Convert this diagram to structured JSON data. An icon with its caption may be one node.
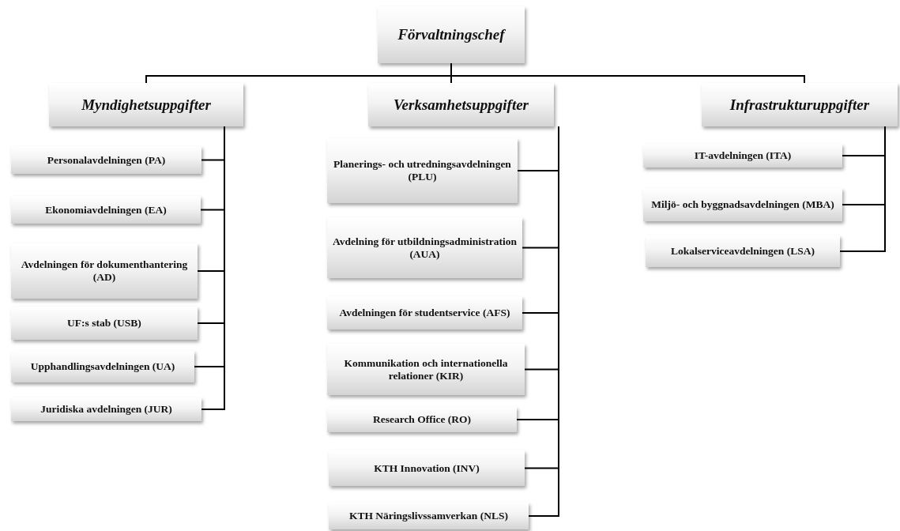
{
  "diagram": {
    "nodes": [
      {
        "text": [
          "Förvaltningschef"
        ]
      },
      {
        "text": [
          "Myndighetsuppgifter"
        ]
      },
      {
        "text": [
          "Verksamhetsuppgifter"
        ]
      },
      {
        "text": [
          "Infrastrukturuppgifter"
        ]
      },
      {
        "text": [
          "Personalavdelningen (PA)"
        ]
      },
      {
        "text": [
          "Ekonomiavdelningen (EA)"
        ]
      },
      {
        "text": [
          "Avdelningen för dokumenthantering (AD)"
        ]
      },
      {
        "text": [
          "UF:s stab (USB)"
        ]
      },
      {
        "text": [
          "Upphandlingsavdelningen (UA)"
        ]
      },
      {
        "text": [
          "Juridiska avdelningen (JUR)"
        ]
      },
      {
        "text": [
          "Planerings- och utredningsavdelningen (PLU)"
        ]
      },
      {
        "text": [
          "Avdelning för utbildningsadministration (AUA)"
        ]
      },
      {
        "text": [
          "Avdelningen för studentservice (AFS)"
        ]
      },
      {
        "text": [
          "Kommunikation och internationella relationer (KIR)"
        ]
      },
      {
        "text": [
          "Research Office (RO)"
        ]
      },
      {
        "text": [
          "KTH Innovation (INV)"
        ]
      },
      {
        "text": [
          "KTH Näringslivssamverkan (NLS)"
        ]
      },
      {
        "text": [
          "IT-avdelningen (ITA)"
        ]
      },
      {
        "text": [
          "Miljö- och byggnadsavdelningen (MBA)"
        ]
      },
      {
        "text": [
          "Lokalserviceavdelningen (LSA)"
        ]
      }
    ],
    "edges": [
      {
        "from": 0,
        "to": 1,
        "arrow": "none"
      },
      {
        "from": 0,
        "to": 2,
        "arrow": "none"
      },
      {
        "from": 0,
        "to": 3,
        "arrow": "none"
      },
      {
        "from": 1,
        "to": 4,
        "arrow": "none"
      },
      {
        "from": 1,
        "to": 5,
        "arrow": "none"
      },
      {
        "from": 1,
        "to": 6,
        "arrow": "none"
      },
      {
        "from": 1,
        "to": 7,
        "arrow": "none"
      },
      {
        "from": 1,
        "to": 8,
        "arrow": "none"
      },
      {
        "from": 1,
        "to": 9,
        "arrow": "none"
      },
      {
        "from": 2,
        "to": 10,
        "arrow": "none"
      },
      {
        "from": 2,
        "to": 11,
        "arrow": "none"
      },
      {
        "from": 2,
        "to": 12,
        "arrow": "none"
      },
      {
        "from": 2,
        "to": 13,
        "arrow": "none"
      },
      {
        "from": 2,
        "to": 14,
        "arrow": "none"
      },
      {
        "from": 2,
        "to": 15,
        "arrow": "none"
      },
      {
        "from": 2,
        "to": 16,
        "arrow": "none"
      },
      {
        "from": 3,
        "to": 17,
        "arrow": "none"
      },
      {
        "from": 3,
        "to": 18,
        "arrow": "none"
      },
      {
        "from": 3,
        "to": 19,
        "arrow": "none"
      }
    ]
  }
}
